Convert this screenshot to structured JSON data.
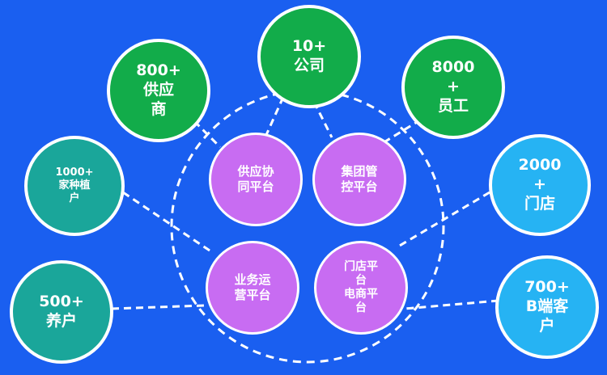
{
  "colors": {
    "background": "#1a5ff0",
    "green": "#12ac4a",
    "teal": "#1aa69a",
    "sky": "#26b3f3",
    "purple": "#c86cf2",
    "line": "#ffffff"
  },
  "outer_nodes": {
    "company": [
      "10+",
      "公司"
    ],
    "suppliers": [
      "800+",
      "供应",
      "商"
    ],
    "employees": [
      "8000",
      "+",
      "员工"
    ],
    "growers": [
      "1000+",
      "家种植",
      "户"
    ],
    "stores": [
      "2000",
      "+",
      "门店"
    ],
    "breeders": [
      "500+",
      "养户"
    ],
    "b2b_customers": [
      "700+",
      "B端客",
      "户"
    ]
  },
  "platforms": {
    "supply": [
      "供应协",
      "同平台"
    ],
    "group": [
      "集团管",
      "控平台"
    ],
    "business": [
      "业务运",
      "营平台"
    ],
    "store_ecom": [
      "门店平",
      "台",
      "电商平",
      "台"
    ]
  }
}
